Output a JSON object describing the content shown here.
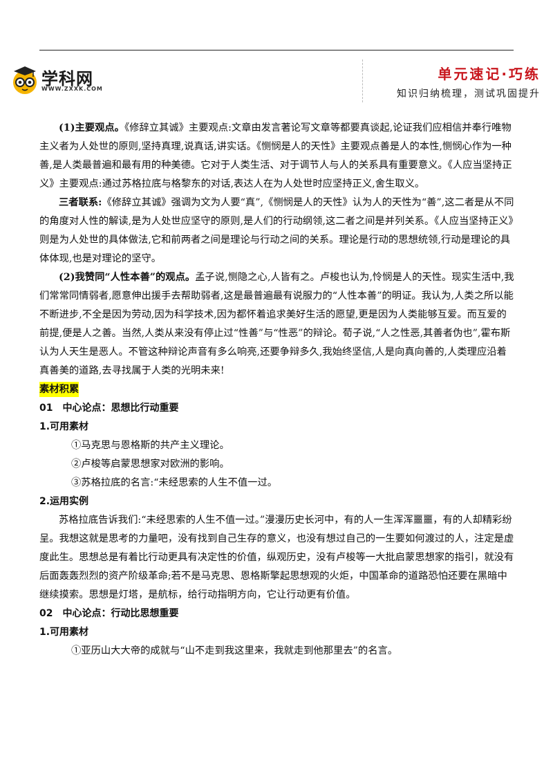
{
  "header": {
    "logo_text": "学科网",
    "logo_url": "WWW.ZXXK.COM",
    "title": "单元速记·巧练",
    "subtitle": "知识归纳梳理，测试巩固提升"
  },
  "p1": {
    "label": "(1)主要观点。",
    "text": "《修辞立其诚》主要观点:文章由发言著论写文章等都要真谈起,论证我们应相信并奉行唯物主义者为人处世的原则,坚持真理,说真话,讲实话。《恻悯是人的天性》主要观点善是人的本性,恻悯心作为一种善,是人类最普遍和最有用的种美德。它对于人类生活、对于调节人与人的关系具有重要意义。《人应当坚持正义》主要观点:通过苏格拉底与格黎东的对话,表达人在为人处世时应坚持正义,舍生取义。"
  },
  "p2": {
    "label": "三者联系:",
    "text": "《修辞立其诚》强调为文为人要“真”,《恻悯是人的天性》认为人的天性为“善”,这二者是从不同的角度对人性的解读,是为人处世应坚守的原则,是人们的行动纲领,这二者之间是并列关系。《人应当坚持正义》则是为人处世的具体做法,它和前两者之间是理论与行动之间的关系。理论是行动的思想统领,行动是理论的具体体现,也是对理论的坚守。"
  },
  "p3": {
    "label": "(2)我赞同“人性本善”的观点。",
    "text": "孟子说,恻隐之心,人皆有之。卢梭也认为,怜悯是人的天性。现实生活中,我们常常同情弱者,愿意伸出援手去帮助弱者,这是最普遍最有说服力的“人性本善”的明证。我认为,人类之所以能不断进步,不全是因为劳动,因为科学技术,因为都怀着追求美好生活的愿望,更是因为人类能够互爱。而互爱的前提,便是人之善。当然,人类从来没有停止过“性善”与“性恶”的辩论。荀子说,“人之性恶,其善者伪也”,霍布斯认为人天生是恶人。不管这种辩论声音有多么响亮,还要争辩多久,我始终坚信,人是向真向善的,人类理应沿着真善美的道路,去寻找属于人类的光明未来!"
  },
  "section_label": "素材积累",
  "topic1": {
    "heading": "01　中心论点：思想比行动重要",
    "sub1": "1.可用素材",
    "items": [
      "①马克思与恩格斯的共产主义理论。",
      "②卢梭等启蒙思想家对欧洲的影响。",
      "③苏格拉底的名言:“未经思索的人生不值一过。"
    ],
    "sub2": "2.运用实例",
    "example": "苏格拉底告诉我们:“未经思索的人生不值一过。”漫漫历史长河中，有的人一生浑浑噩噩，有的人却精彩纷呈。我想这就是思考的力量吧，没有找到自己生存的意义，也没有想过自己的一生要如何渡过的人，注定是虚度此生。思想总是有着比行动更具有决定性的价值，纵观历史，没有卢梭等一大批启蒙思想家的指引，就没有后面轰轰烈烈的资产阶级革命;若不是马克思、恩格斯擎起思想观的火炬，中国革命的道路恐怕还要在黑暗中继续摸索。思想是灯塔，是航标，给行动指明方向，它让行动更有价值。"
  },
  "topic2": {
    "heading": "02　中心论点：行动比思想重要",
    "sub1": "1.可用素材",
    "items": [
      "①亚历山大大帝的成就与“山不走到我这里来，我就走到他那里去”的名言。"
    ]
  }
}
